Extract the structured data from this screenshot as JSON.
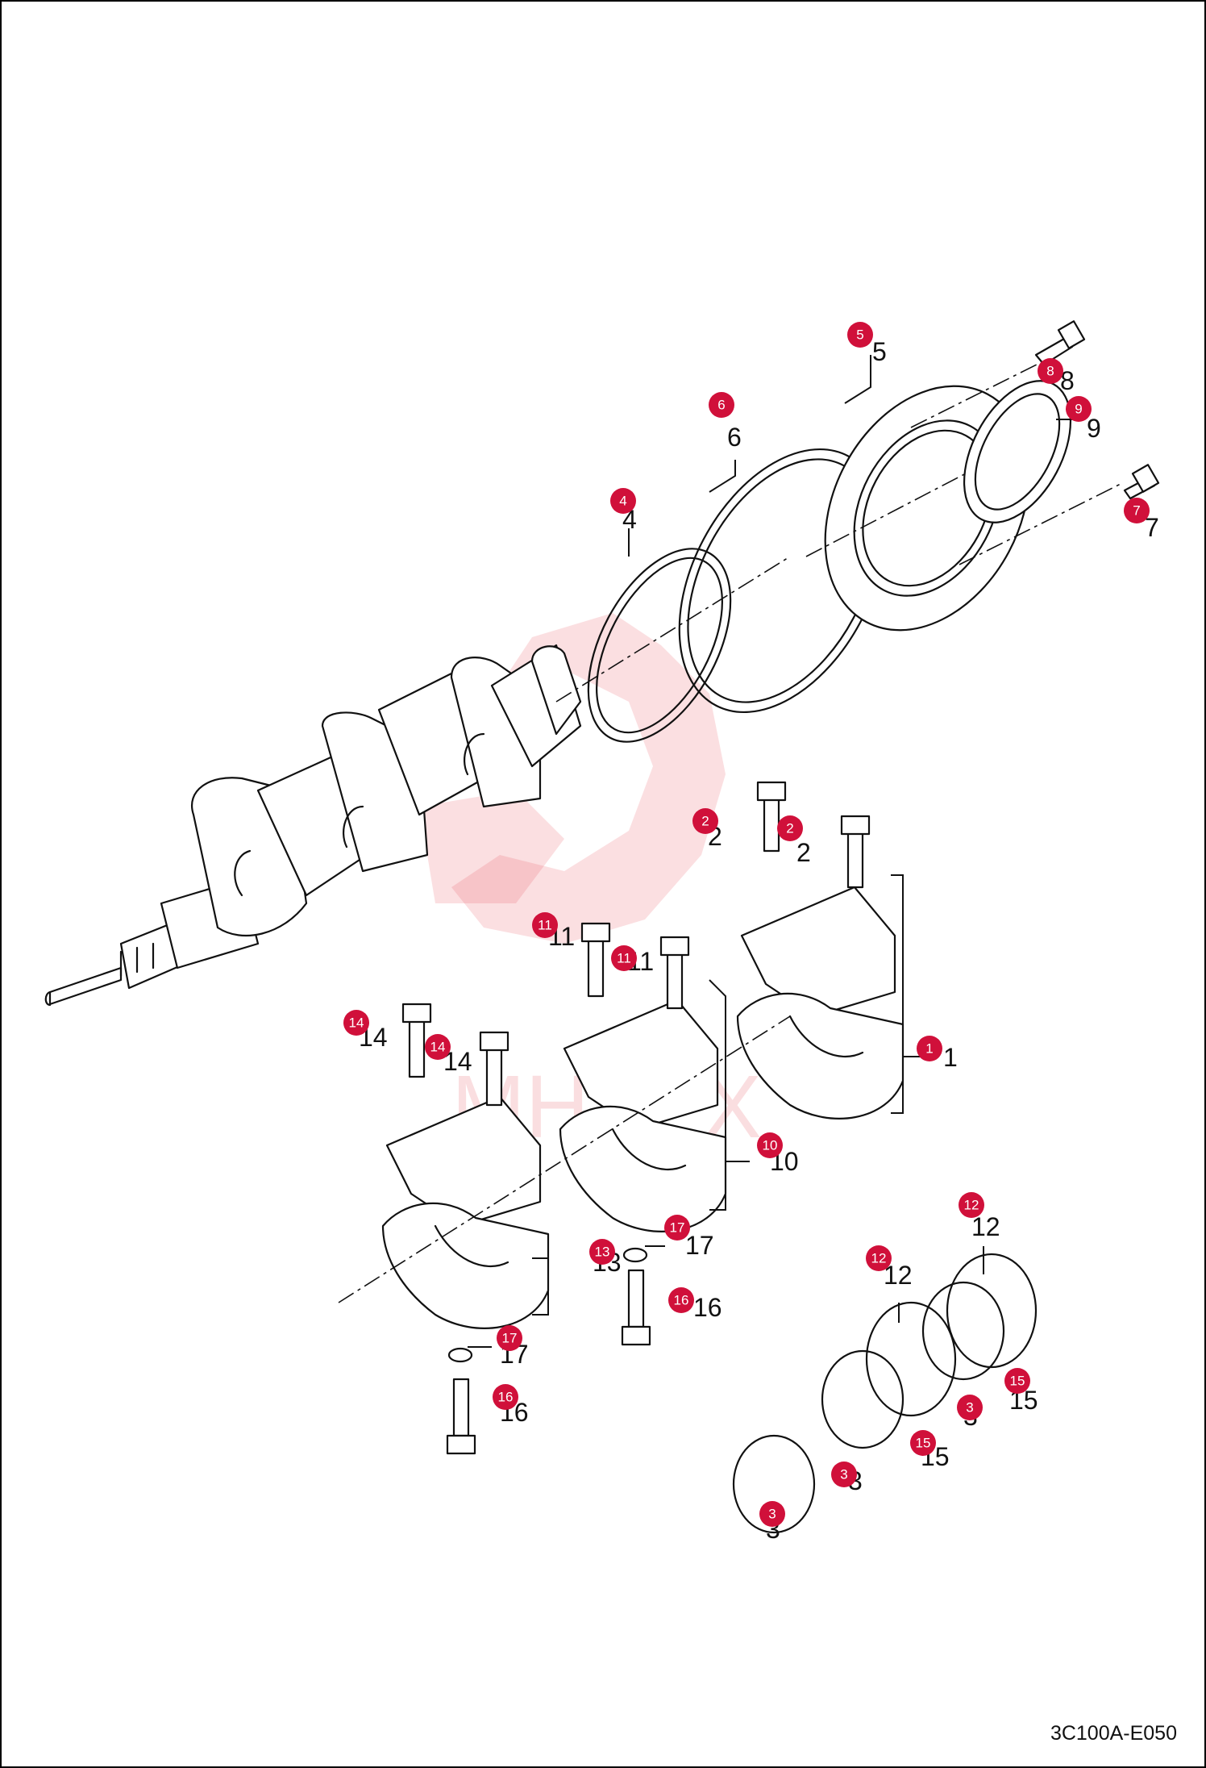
{
  "diagram": {
    "code": "3C100A-E050",
    "labels": [
      "1",
      "2",
      "2",
      "3",
      "3",
      "3",
      "4",
      "5",
      "6",
      "7",
      "8",
      "9",
      "10",
      "11",
      "11",
      "12",
      "12",
      "13",
      "14",
      "14",
      "15",
      "15",
      "16",
      "16",
      "17",
      "17"
    ],
    "markers": [
      "5",
      "8",
      "9",
      "6",
      "4",
      "7",
      "2",
      "2",
      "11",
      "11",
      "14",
      "14",
      "1",
      "10",
      "17",
      "13",
      "16",
      "17",
      "16",
      "12",
      "12",
      "15",
      "3",
      "15",
      "3",
      "3"
    ],
    "marker_color": "#d0103a",
    "watermark": "MHTEX"
  }
}
